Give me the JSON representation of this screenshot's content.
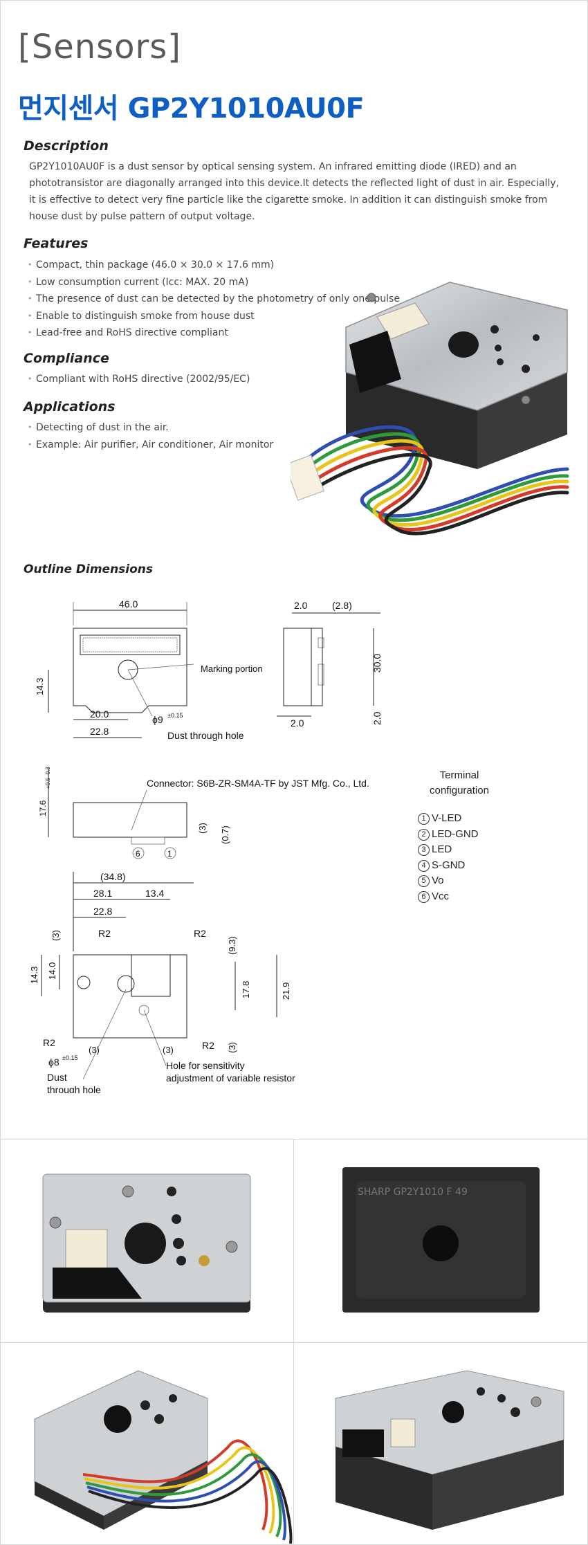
{
  "header": {
    "category": "[Sensors]",
    "title": "먼지센서 GP2Y1010AU0F"
  },
  "description": {
    "heading": "Description",
    "text": "GP2Y1010AU0F is a dust sensor by optical sensing system. An infrared emitting diode (IRED) and an phototransistor are diagonally arranged into this device.It detects the reflected light of dust in air. Especially, it is effective to detect very fine particle like the cigarette smoke. In addition it can distinguish smoke from house dust by pulse pattern of output voltage."
  },
  "features": {
    "heading": "Features",
    "items": [
      "Compact, thin package (46.0 × 30.0 × 17.6 mm)",
      "Low consumption current (Icc: MAX. 20 mA)",
      "The presence of dust can be detected by the photometry of only one pulse",
      "Enable to distinguish smoke from house dust",
      "Lead-free and RoHS directive compliant"
    ]
  },
  "compliance": {
    "heading": "Compliance",
    "items": [
      "Compliant with RoHS directive (2002/95/EC)"
    ]
  },
  "applications": {
    "heading": "Applications",
    "items": [
      "Detecting of dust in the air.",
      "Example: Air purifier, Air conditioner, Air monitor"
    ]
  },
  "outline": {
    "heading": "Outline Dimensions",
    "labels": {
      "width": "46.0",
      "d_2_0_top": "2.0",
      "d_2_8": "(2.8)",
      "d_30_0": "30.0",
      "d_14_3_a": "14.3",
      "marking": "Marking portion",
      "d_20_0": "20.0",
      "d_22_8_a": "22.8",
      "phi9": "ϕ9",
      "phi9_tol": "±0.15",
      "dust_hole": "Dust through hole",
      "d_2_0_bot": "2.0",
      "d_2_0_side": "2.0",
      "d_17_6": "17.6",
      "d_17_6_tol": "+0.5 -0.3",
      "connector": "Connector: S6B-ZR-SM4A-TF by JST Mfg. Co., Ltd.",
      "d_3_a": "(3)",
      "d_0_7": "(0.7)",
      "pin6": "6",
      "pin1": "1",
      "d_34_8": "(34.8)",
      "d_28_1": "28.1",
      "d_13_4": "13.4",
      "d_22_8_b": "22.8",
      "d_3_b": "(3)",
      "r2_a": "R2",
      "r2_b": "R2",
      "d_9_3": "(9.3)",
      "d_14_3_b": "14.3",
      "d_14_0": "14.0",
      "d_17_8": "17.8",
      "d_21_9": "21.9",
      "r2_c": "R2",
      "r2_d": "R2",
      "d_3_c": "(3)",
      "d_3_d": "(3)",
      "d_3_e": "(3)",
      "phi8": "ϕ8",
      "phi8_tol": "±0.15",
      "dust": "Dust",
      "through_hole": "through hole",
      "hole_sens": "Hole for sensitivity",
      "adj_var": "adjustment of variable resistor"
    }
  },
  "terminal": {
    "title_line1": "Terminal",
    "title_line2": "configuration",
    "pins": [
      {
        "num": "1",
        "name": "V-LED"
      },
      {
        "num": "2",
        "name": "LED-GND"
      },
      {
        "num": "3",
        "name": "LED"
      },
      {
        "num": "4",
        "name": "S-GND"
      },
      {
        "num": "5",
        "name": "Vo"
      },
      {
        "num": "6",
        "name": "Vcc"
      }
    ]
  },
  "photos": {
    "marking_text": "SHARP  GP2Y1010  F 49"
  },
  "colors": {
    "title_blue": "#0f5fc3",
    "wire_red": "#d23a2a",
    "wire_yellow": "#e7c51c",
    "wire_green": "#2f9a3c",
    "wire_blue": "#2f4fb0",
    "wire_black": "#222222",
    "body_black": "#2a2a2a",
    "metal": "#c9cccf"
  }
}
